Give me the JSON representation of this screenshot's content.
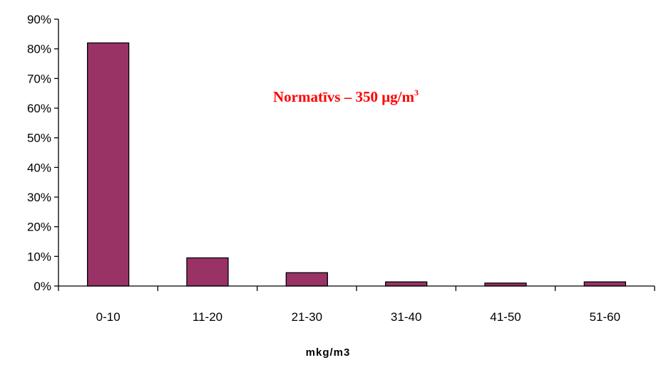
{
  "chart_data": {
    "type": "bar",
    "categories": [
      "0-10",
      "11-20",
      "21-30",
      "31-40",
      "41-50",
      "51-60"
    ],
    "values": [
      82,
      9.5,
      4.5,
      1.4,
      1.0,
      1.4
    ],
    "value_unit": "%",
    "xlabel": "mkg/m3",
    "ylabel": "",
    "ylim": [
      0,
      90
    ],
    "yticks": [
      0,
      10,
      20,
      30,
      40,
      50,
      60,
      70,
      80,
      90
    ],
    "ytick_labels": [
      "0%",
      "10%",
      "20%",
      "30%",
      "40%",
      "50%",
      "60%",
      "70%",
      "80%",
      "90%"
    ],
    "grid": false,
    "legend": "none",
    "bar_color": "#993366",
    "annotation": {
      "text": "Normatīvs – 350 μg/m",
      "superscript": "3",
      "color": "#ff0000"
    }
  }
}
